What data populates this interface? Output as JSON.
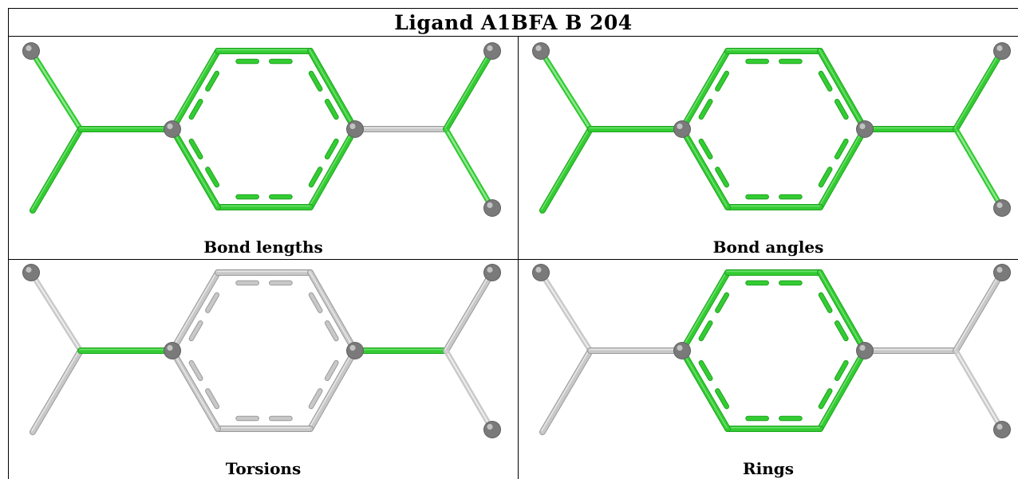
{
  "title": "Ligand A1BFA B 204",
  "colors": {
    "highlight": "#33cc33",
    "highlight_light": "#6fe06f",
    "highlight_dark": "#1fa51f",
    "neutral": "#c8c8c8",
    "neutral_light": "#e6e6e6",
    "neutral_dark": "#9a9a9a",
    "atom": "#7a7a7a"
  },
  "panels": [
    {
      "caption": "Bond lengths",
      "bond_states": {
        "methyl_left_upper": "partial",
        "methyl_left_lower": "ok",
        "link_left": "ok",
        "ring": "ok",
        "link_right": "gray",
        "methyl_right_upper": "ok",
        "methyl_right_lower": "partial"
      }
    },
    {
      "caption": "Bond angles",
      "bond_states": {
        "methyl_left_upper": "partial",
        "methyl_left_lower": "ok",
        "link_left": "ok",
        "ring": "ok",
        "link_right": "ok",
        "methyl_right_upper": "ok",
        "methyl_right_lower": "partial"
      }
    },
    {
      "caption": "Torsions",
      "bond_states": {
        "methyl_left_upper": "gray-partial",
        "methyl_left_lower": "gray",
        "link_left": "ok",
        "ring": "gray",
        "link_right": "ok",
        "methyl_right_upper": "gray",
        "methyl_right_lower": "gray-partial"
      }
    },
    {
      "caption": "Rings",
      "bond_states": {
        "methyl_left_upper": "gray-partial",
        "methyl_left_lower": "gray",
        "link_left": "gray",
        "ring": "ok",
        "link_right": "gray",
        "methyl_right_upper": "gray",
        "methyl_right_lower": "gray-partial"
      }
    }
  ]
}
